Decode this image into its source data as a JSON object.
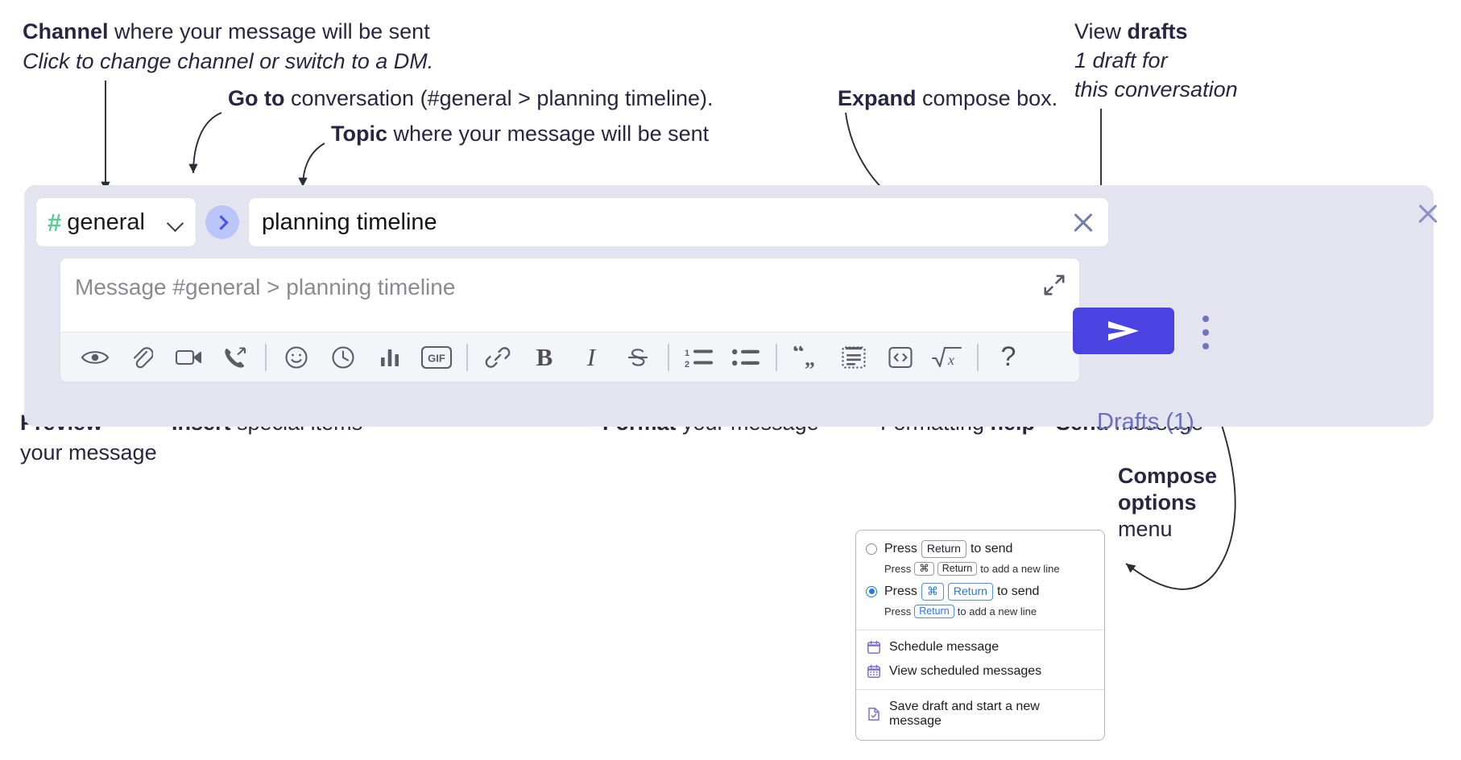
{
  "annotations": {
    "channel": {
      "bold": "Channel",
      "rest": " where your message will be sent",
      "italic": "Click to change channel or switch to a DM."
    },
    "goto": {
      "bold": "Go to",
      "rest": " conversation (#general > planning timeline)."
    },
    "topic": {
      "bold": "Topic",
      "rest": " where your message will be sent"
    },
    "expand": {
      "bold": "Expand",
      "rest": " compose box."
    },
    "drafts": {
      "plain": "View ",
      "bold": "drafts",
      "italic1": "1 draft for",
      "italic2": "this conversation"
    },
    "preview": {
      "bold": "Preview",
      "rest": "your message"
    },
    "insert": {
      "bold": "Insert",
      "rest": " special items"
    },
    "format": {
      "bold": "Format",
      "rest": " your message"
    },
    "help": {
      "plain": "Formatting ",
      "bold": "help"
    },
    "send": {
      "bold": "Send",
      "rest": " message"
    },
    "compose_options": {
      "bold1": "Compose",
      "bold2": "options",
      "rest": "menu"
    }
  },
  "compose": {
    "channel_name": "general",
    "channel_icon": "hash-icon",
    "goto_icon": "chevron-right-icon",
    "topic_value": "planning timeline",
    "topic_clear_icon": "close-icon",
    "message_placeholder": "Message #general > planning timeline",
    "expand_icon": "expand-diagonal-icon",
    "drafts_label": "Drafts (1)",
    "send_icon": "paper-plane-icon",
    "kebab_icon": "more-vertical-icon",
    "panel_close_icon": "close-icon",
    "accent_send": "#4a43e2",
    "accent_panel": "#e3e4f0",
    "accent_drafts_text": "#6b6fbe",
    "accent_hash": "#5ccb8e",
    "toolbar": [
      {
        "name": "preview-icon",
        "label": "Preview"
      },
      {
        "name": "attachment-icon",
        "label": "Attach file"
      },
      {
        "name": "video-icon",
        "label": "Video clip"
      },
      {
        "name": "audio-call-icon",
        "label": "Audio clip"
      },
      {
        "name": "divider",
        "label": ""
      },
      {
        "name": "emoji-icon",
        "label": "Emoji"
      },
      {
        "name": "clock-icon",
        "label": "Reminder"
      },
      {
        "name": "poll-icon",
        "label": "Poll"
      },
      {
        "name": "gif-icon",
        "label": "GIF"
      },
      {
        "name": "divider",
        "label": ""
      },
      {
        "name": "link-icon",
        "label": "Link"
      },
      {
        "name": "bold-icon",
        "label": "B"
      },
      {
        "name": "italic-icon",
        "label": "I"
      },
      {
        "name": "strikethrough-icon",
        "label": "Strikethrough"
      },
      {
        "name": "divider",
        "label": ""
      },
      {
        "name": "ordered-list-icon",
        "label": "Ordered list"
      },
      {
        "name": "bullet-list-icon",
        "label": "Bulleted list"
      },
      {
        "name": "divider",
        "label": ""
      },
      {
        "name": "blockquote-icon",
        "label": "Blockquote"
      },
      {
        "name": "code-block-icon",
        "label": "Code block"
      },
      {
        "name": "code-icon",
        "label": "Code"
      },
      {
        "name": "latex-icon",
        "label": "Math"
      },
      {
        "name": "divider",
        "label": ""
      },
      {
        "name": "help-icon",
        "label": "?"
      }
    ]
  },
  "menu": {
    "option1": {
      "selected": false,
      "main_pre": "Press",
      "main_key": "Return",
      "main_post": "to send",
      "sub_pre": "Press",
      "sub_key1": "⌘",
      "sub_key2": "Return",
      "sub_post": "to add a new line"
    },
    "option2": {
      "selected": true,
      "main_pre": "Press",
      "main_key1": "⌘",
      "main_key2": "Return",
      "main_post": "to send",
      "sub_pre": "Press",
      "sub_key": "Return",
      "sub_post": "to add a new line"
    },
    "items": [
      {
        "icon": "calendar-clock-icon",
        "label": "Schedule message"
      },
      {
        "icon": "calendar-grid-icon",
        "label": "View scheduled messages"
      },
      {
        "icon": "save-draft-icon",
        "label": "Save draft and start a new message"
      }
    ],
    "icon_color": "#7a6fd0"
  }
}
